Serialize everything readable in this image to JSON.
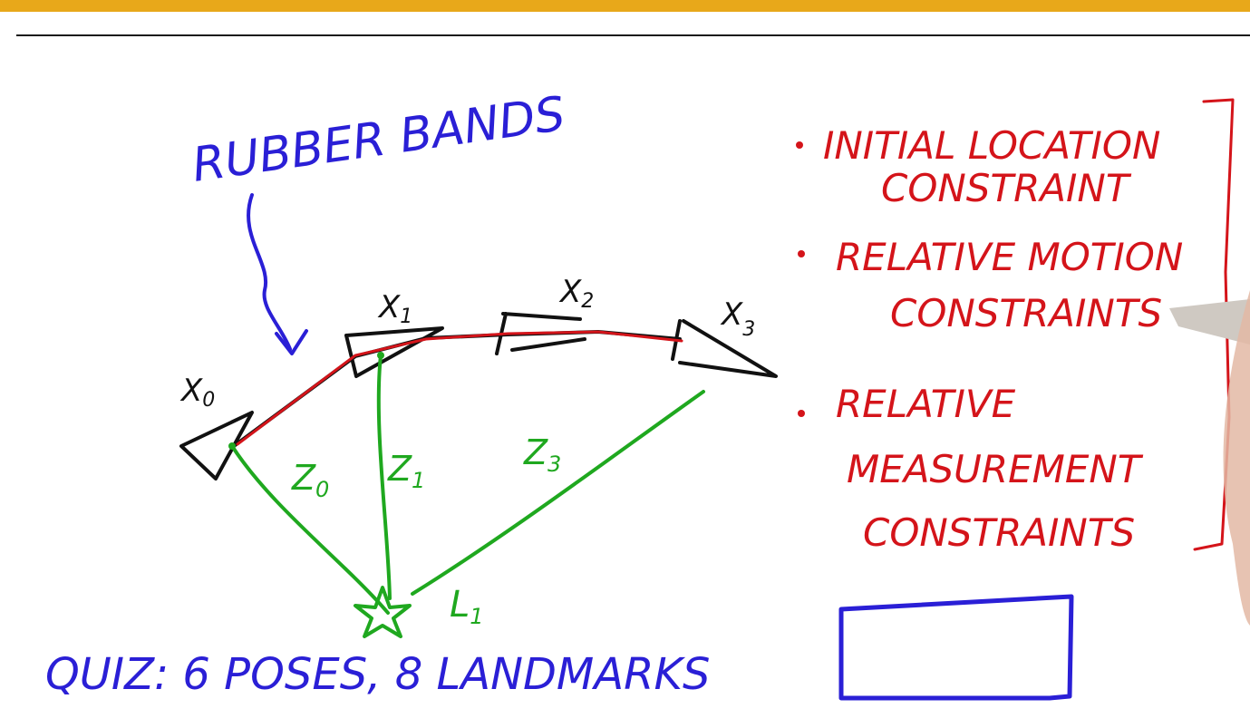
{
  "colors": {
    "header_accent": "#e8a81a",
    "ink_black": "#111111",
    "ink_blue": "#2a1fd6",
    "ink_red": "#d4141a",
    "ink_green": "#1fa81f"
  },
  "diagram": {
    "rubber_bands_label": "RUBBER BANDS",
    "poses": [
      {
        "label": "X",
        "subscript": "0"
      },
      {
        "label": "X",
        "subscript": "1"
      },
      {
        "label": "X",
        "subscript": "2"
      },
      {
        "label": "X",
        "subscript": "3"
      }
    ],
    "measurements": [
      {
        "label": "Z",
        "subscript": "0"
      },
      {
        "label": "Z",
        "subscript": "1"
      },
      {
        "label": "Z",
        "subscript": "3"
      }
    ],
    "landmark": {
      "label": "L",
      "subscript": "1"
    }
  },
  "constraints": {
    "items": [
      {
        "line1": "INITIAL LOCATION",
        "line2": "CONSTRAINT"
      },
      {
        "line1": "RELATIVE MOTION",
        "line2": "CONSTRAINTS"
      },
      {
        "line1": "RELATIVE",
        "line2": "MEASUREMENT",
        "line3": "CONSTRAINTS"
      }
    ]
  },
  "quiz": {
    "text": "QUIZ: 6 POSES, 8 LANDMARKS",
    "answer_box_value": ""
  }
}
